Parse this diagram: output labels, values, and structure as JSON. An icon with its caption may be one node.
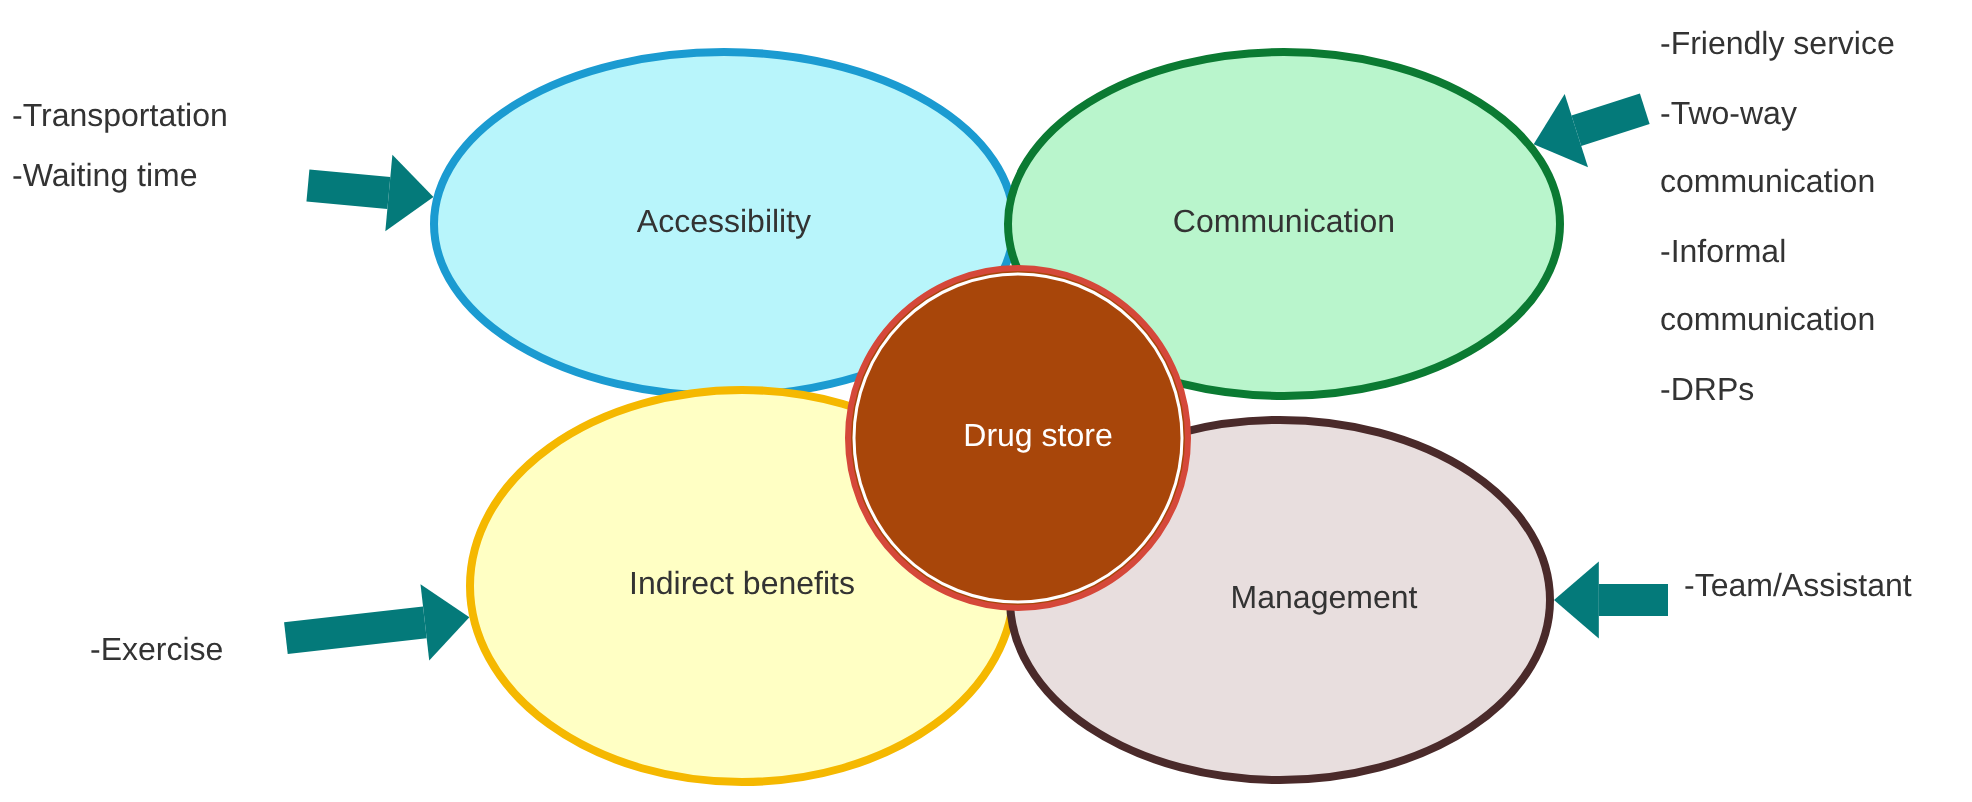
{
  "diagram": {
    "nodes": [
      {
        "text": [
          "Accessibility"
        ]
      },
      {
        "text": [
          "Communication"
        ]
      },
      {
        "text": [
          "Indirect benefits"
        ]
      },
      {
        "text": [
          "Management"
        ]
      },
      {
        "text": [
          "Drug store"
        ]
      },
      {
        "text": [
          "-Transportation",
          "-Waiting time"
        ]
      },
      {
        "text": [
          "-Friendly service",
          "-Two-way communication",
          "-Informal communication",
          "-DRPs"
        ]
      },
      {
        "text": [
          "-Exercise"
        ]
      },
      {
        "text": [
          "-Team/Assistant"
        ]
      }
    ],
    "edges": [
      {
        "from": 5,
        "to": 0,
        "arrow": "to"
      },
      {
        "from": 6,
        "to": 1,
        "arrow": "to"
      },
      {
        "from": 7,
        "to": 2,
        "arrow": "to"
      },
      {
        "from": 8,
        "to": 3,
        "arrow": "to"
      }
    ]
  }
}
